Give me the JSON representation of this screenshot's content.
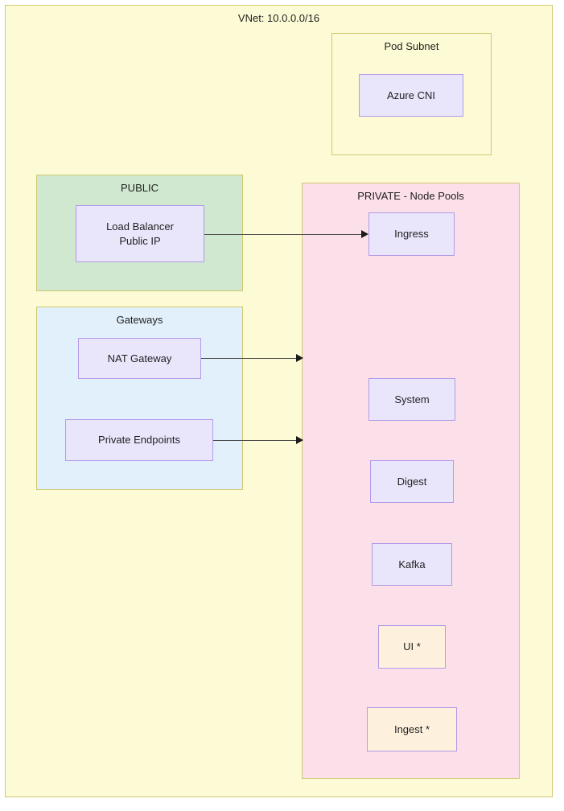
{
  "diagram": {
    "title": "VNet: 10.0.0.0/16",
    "containers": {
      "vnet": {
        "label": "VNet: 10.0.0.0/16"
      },
      "pod_subnet": {
        "label": "Pod Subnet"
      },
      "public": {
        "label": "PUBLIC"
      },
      "gateways": {
        "label": "Gateways"
      },
      "private": {
        "label": "PRIVATE - Node Pools"
      }
    },
    "nodes": {
      "azure_cni": {
        "label": "Azure CNI"
      },
      "load_balancer": {
        "label": "Load Balancer\nPublic IP"
      },
      "nat_gateway": {
        "label": "NAT Gateway"
      },
      "private_endpoints": {
        "label": "Private Endpoints"
      },
      "ingress": {
        "label": "Ingress"
      },
      "system": {
        "label": "System"
      },
      "digest": {
        "label": "Digest"
      },
      "kafka": {
        "label": "Kafka"
      },
      "ui": {
        "label": "UI *"
      },
      "ingest": {
        "label": "Ingest *"
      }
    },
    "colors": {
      "vnet_fill": "#fdfbd5",
      "vnet_border": "#cfc973",
      "public_fill": "#cfe8cf",
      "gateways_fill": "#e2f0fb",
      "private_fill": "#fbdfe9",
      "leaf_fill": "#e9e6fc",
      "leaf_border": "#b39ae8",
      "highlight_fill": "#fdf1dd",
      "arrow_color": "#4d4d4d",
      "text_color": "#1f1f1f"
    }
  }
}
